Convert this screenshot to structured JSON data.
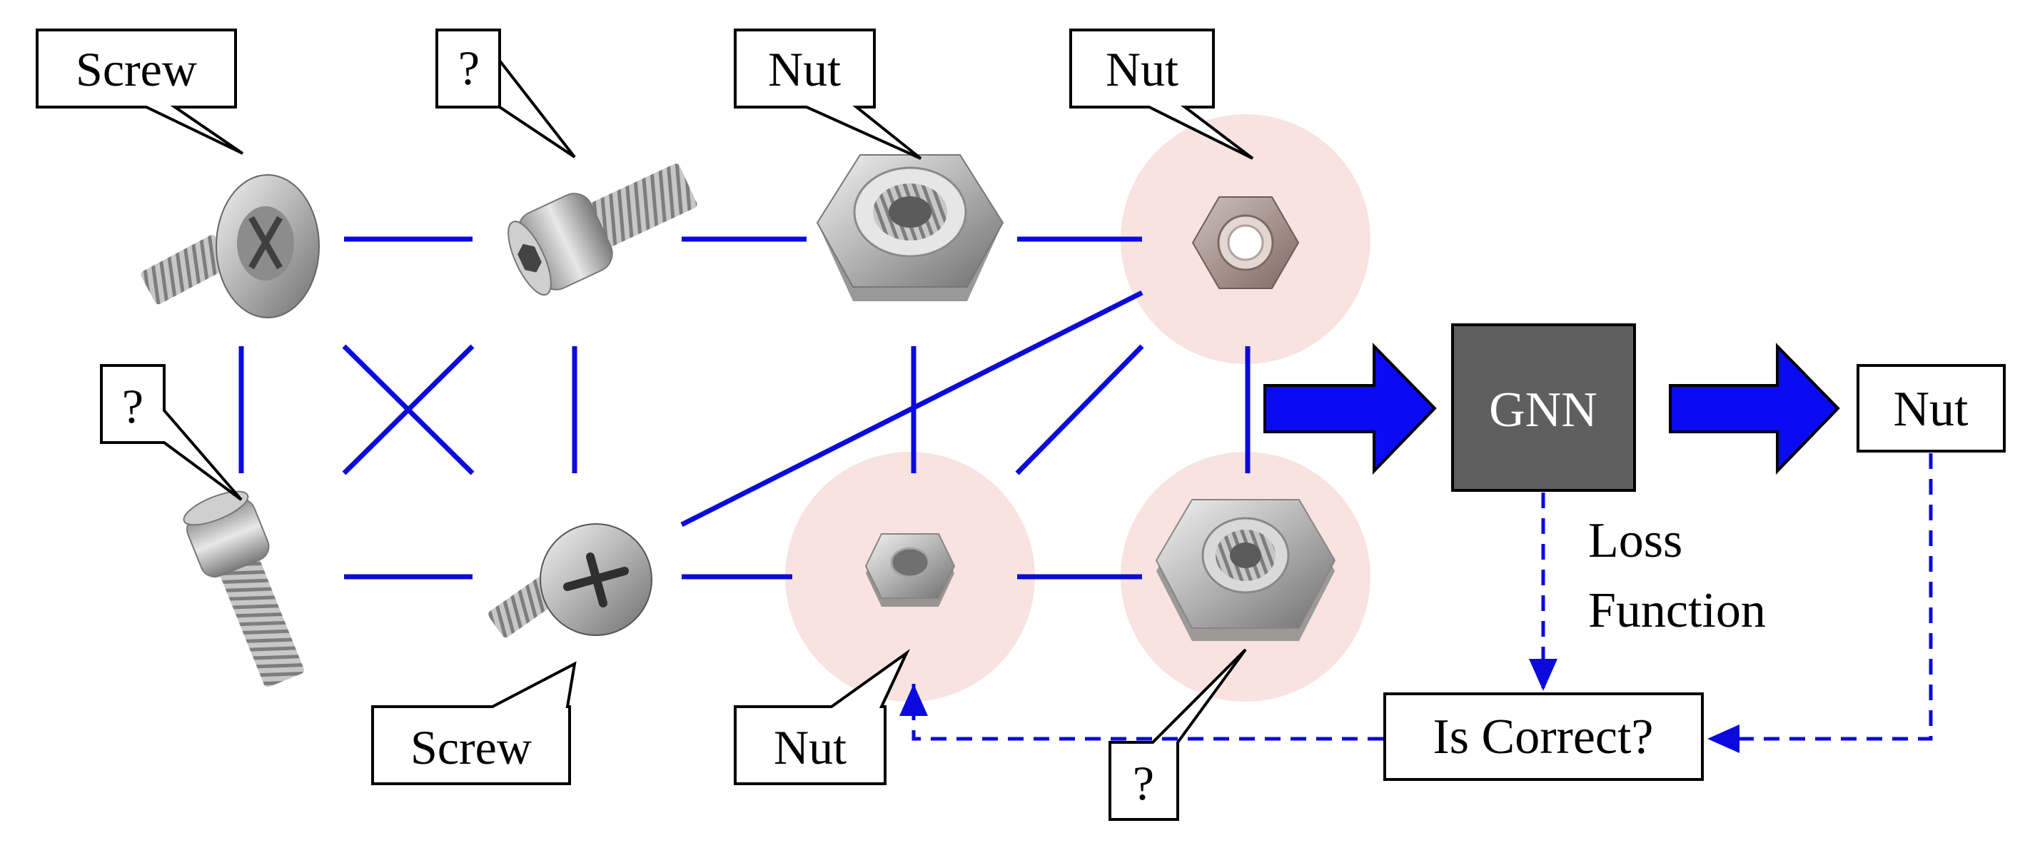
{
  "colors": {
    "edge": "#0a0adc",
    "arrow": "#0a0af5",
    "highlight": "#f8e3e1",
    "gnn_box": "#5f5f5f",
    "gnn_text": "#ffffff",
    "label_border": "#000000"
  },
  "icons": {
    "flat_head_screw": "flat-head-screw-icon",
    "socket_cap_screw": "socket-cap-screw-icon",
    "pan_head_screw": "pan-head-screw-icon",
    "hex_nut": "hex-nut-icon"
  },
  "nodes": {
    "n1": {
      "label": "Screw"
    },
    "n2": {
      "label": "?"
    },
    "n3": {
      "label": "Nut"
    },
    "n4": {
      "label": "Nut"
    },
    "n5": {
      "label": "?"
    },
    "n6": {
      "label": "Screw"
    },
    "n7": {
      "label": "Nut"
    },
    "n8": {
      "label": "?"
    }
  },
  "pipeline": {
    "model": "GNN",
    "prediction": "Nut",
    "loss": [
      "Loss",
      "Function"
    ],
    "check": "Is Correct?"
  }
}
